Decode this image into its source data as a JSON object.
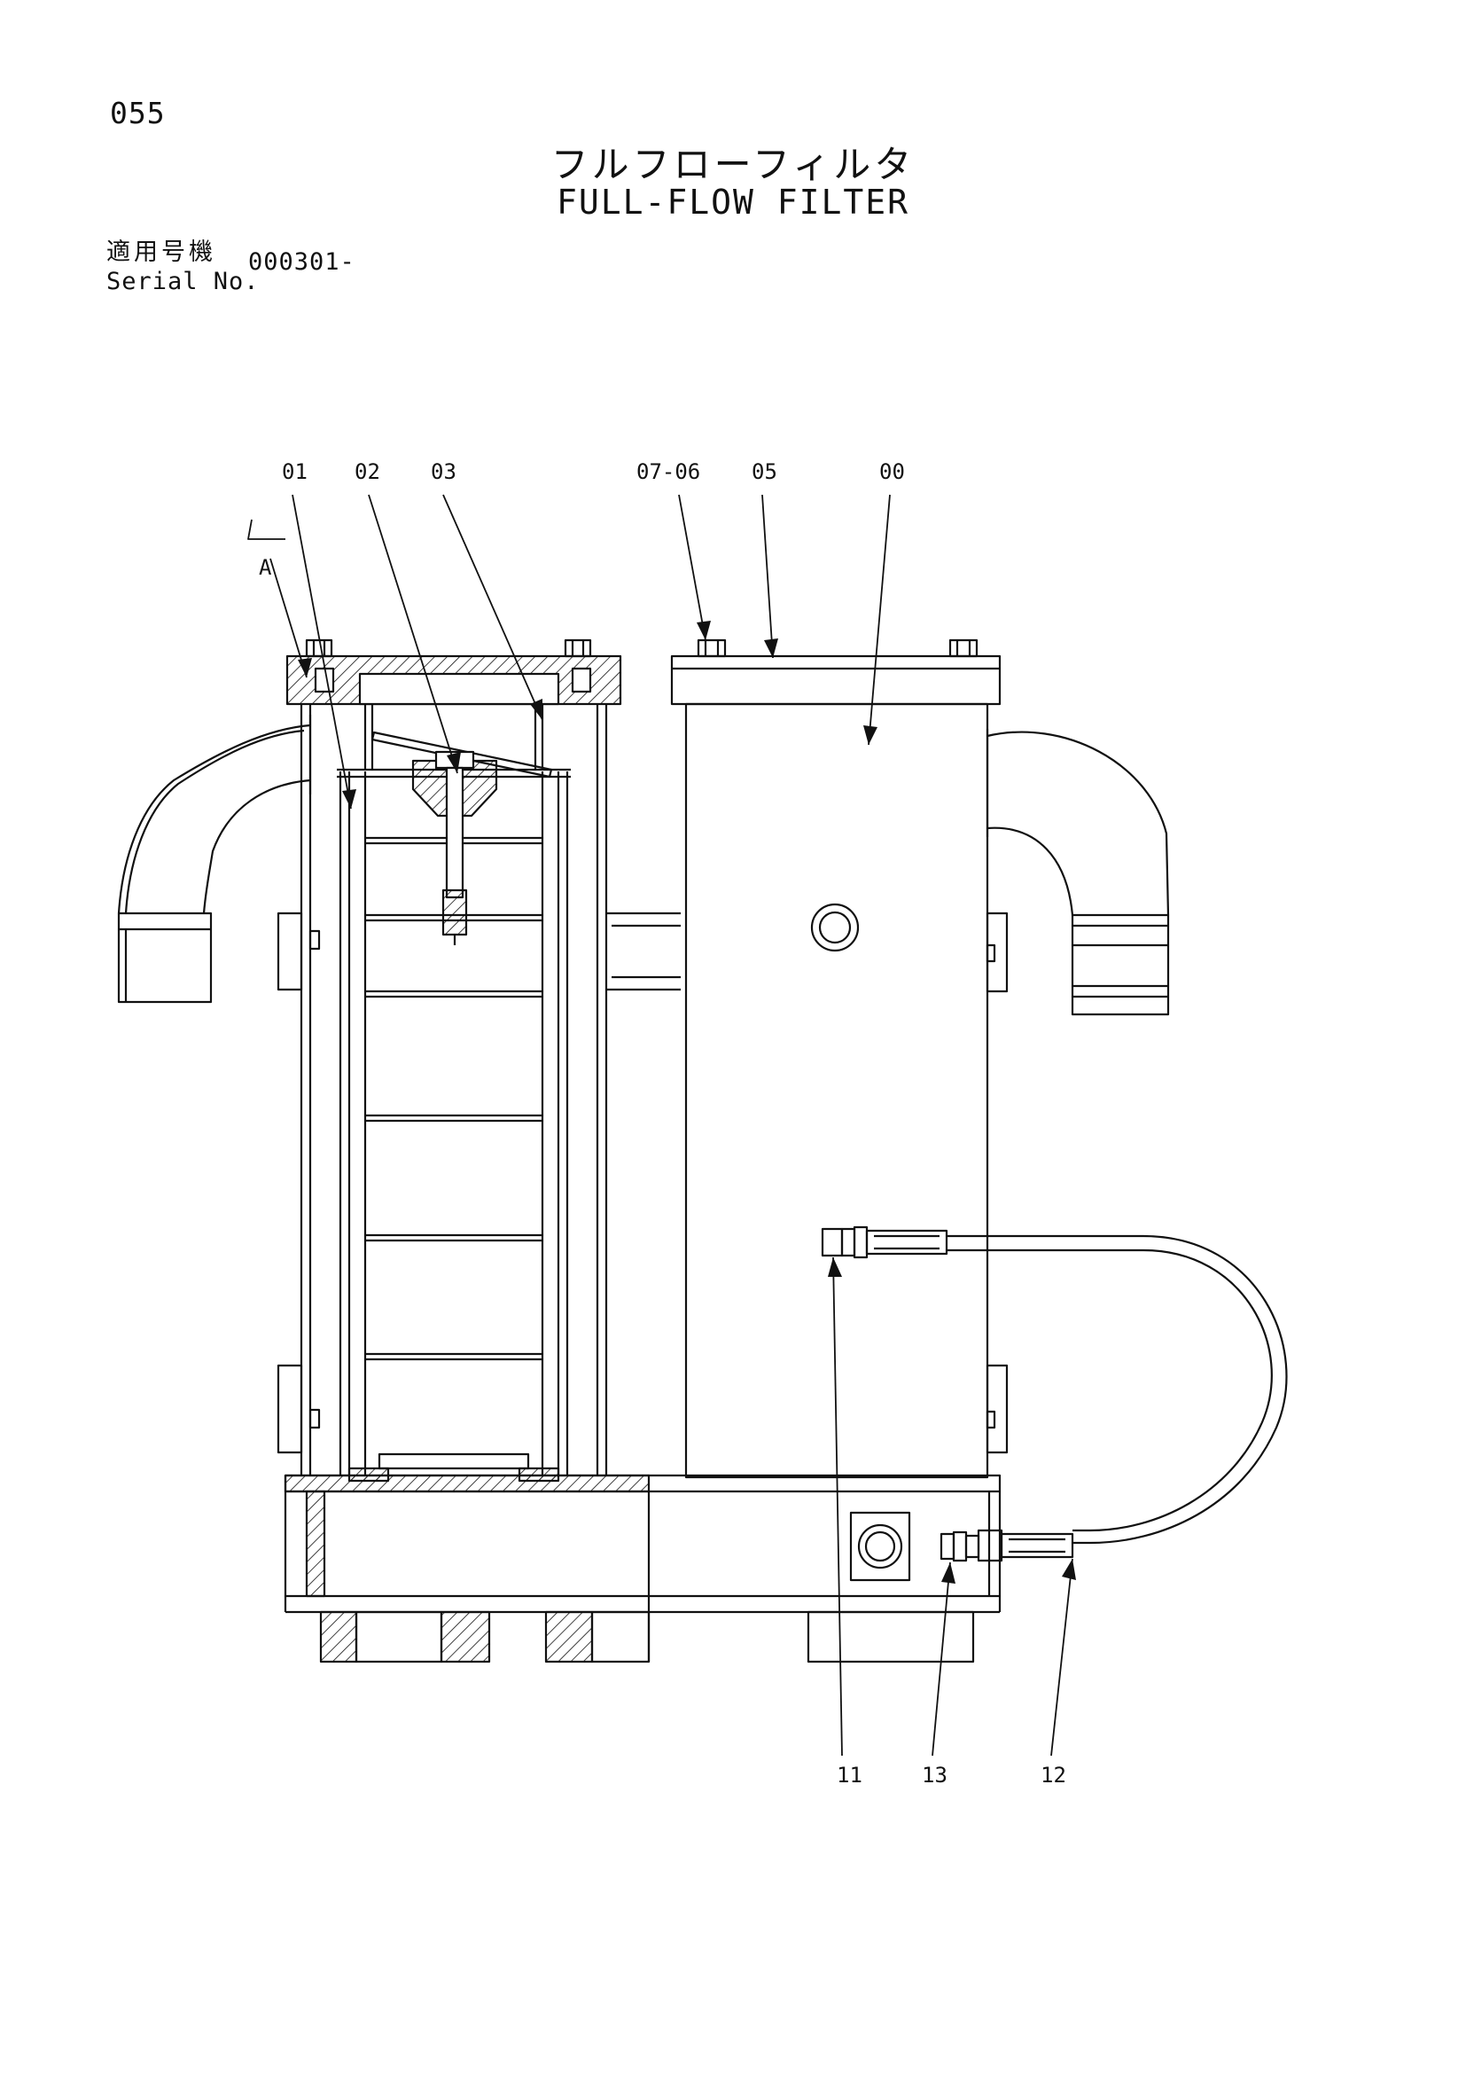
{
  "header": {
    "page_number": "055",
    "title_ja": "フルフローフィルタ",
    "title_en": "FULL-FLOW FILTER",
    "serial_label_ja": "適用号機",
    "serial_label_en": "Serial No.",
    "serial_value": "000301-"
  },
  "callouts": {
    "c01": "01",
    "c02": "02",
    "c03": "03",
    "c0706": "07-06",
    "c05": "05",
    "c00": "00",
    "cA": "A",
    "c11": "11",
    "c13": "13",
    "c12": "12"
  }
}
